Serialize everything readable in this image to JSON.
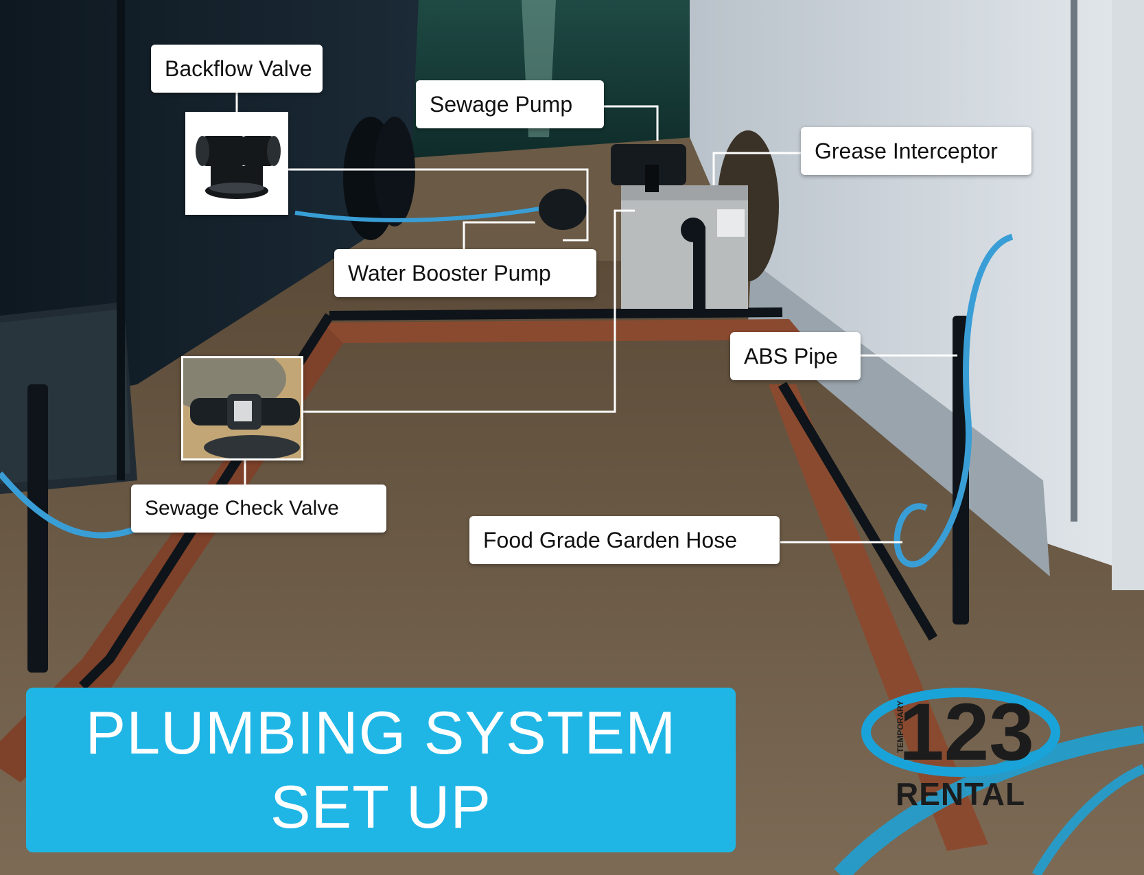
{
  "labels": {
    "backflow_valve": "Backflow Valve",
    "sewage_pump": "Sewage Pump",
    "grease_interceptor": "Grease Interceptor",
    "water_booster_pump": "Water Booster Pump",
    "abs_pipe": "ABS Pipe",
    "sewage_check_valve": "Sewage Check Valve",
    "food_grade_garden_hose": "Food Grade Garden Hose"
  },
  "banner": {
    "line1": "PLUMBING SYSTEM",
    "line2": "SET UP"
  },
  "logo": {
    "number": "123",
    "vertical_text": "TEMPORARY",
    "word": "RENTAL"
  },
  "colors": {
    "banner_bg": "#1fb6e6",
    "logo_blue": "#1aa3d9",
    "hose_blue": "#3a9ed6"
  }
}
